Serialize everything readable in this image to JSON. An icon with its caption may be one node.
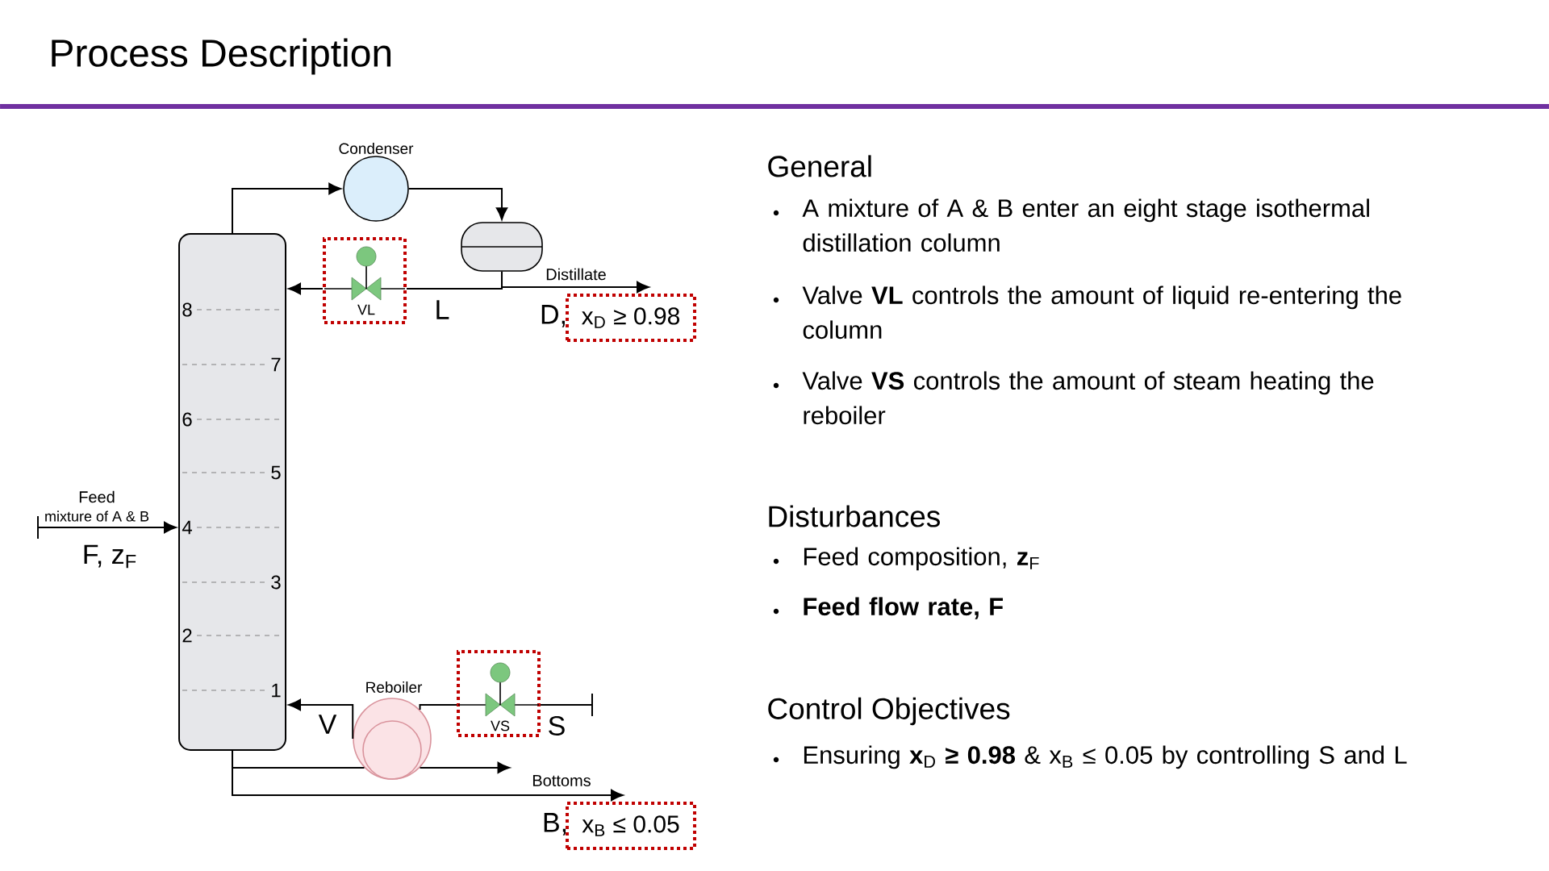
{
  "diagram": {
    "title": "Process Description",
    "nodes": [
      {
        "text": [
          "8",
          "7",
          "6",
          "5",
          "4",
          "3",
          "2",
          "1"
        ]
      },
      {
        "text": [
          "Condenser"
        ]
      },
      {
        "text": [],
        "shape": "cylinder"
      },
      {
        "text": [
          "VL"
        ]
      },
      {
        "text": [
          "Reboiler"
        ]
      },
      {
        "text": [
          "VS"
        ]
      },
      {
        "text": [
          "x$_{D}$ ≥ 0.98"
        ]
      },
      {
        "text": [
          "x$_{B}$ ≤ 0.05"
        ]
      }
    ],
    "edges": [
      {
        "from": 0,
        "to": 1,
        "arrow": "to"
      },
      {
        "from": 1,
        "to": 2,
        "arrow": "to"
      },
      {
        "from": 2,
        "to": 3,
        "arrow": "none",
        "label": "L"
      },
      {
        "from": 3,
        "to": 0,
        "arrow": "to"
      },
      {
        "from": 2,
        "to": 6,
        "arrow": "to",
        "label": "Distillate"
      },
      {
        "from": null,
        "to": 0,
        "arrow": "to",
        "label": "Feed"
      },
      {
        "from": 4,
        "to": 0,
        "arrow": "to",
        "label": "V"
      },
      {
        "from": 0,
        "to": 4,
        "arrow": "none"
      },
      {
        "from": 0,
        "to": 7,
        "arrow": "to",
        "label": "Bottoms"
      },
      {
        "from": 4,
        "to": null,
        "arrow": "to"
      },
      {
        "from": 5,
        "to": 4,
        "arrow": "none"
      },
      {
        "from": null,
        "to": 5,
        "arrow": "none",
        "label": "S"
      }
    ],
    "labels": [
      "D,",
      "mixture of A & B",
      "F, z$_{F}$",
      "B,",
      "General",
      "A mixture of A & B enter an eight stage isothermal distillation column",
      "Valve **VL** controls the amount of liquid re-entering the column",
      "Valve **VS** controls the amount of steam heating the reboiler",
      "Disturbances",
      "Feed composition, **z**$_{F}$",
      "Feed flow rate, F",
      "Control Objectives",
      "Ensuring **x**$_{D}$ **≥ 0.98** & x$_{B}$ ≤ 0.05 by controlling S and L"
    ]
  }
}
